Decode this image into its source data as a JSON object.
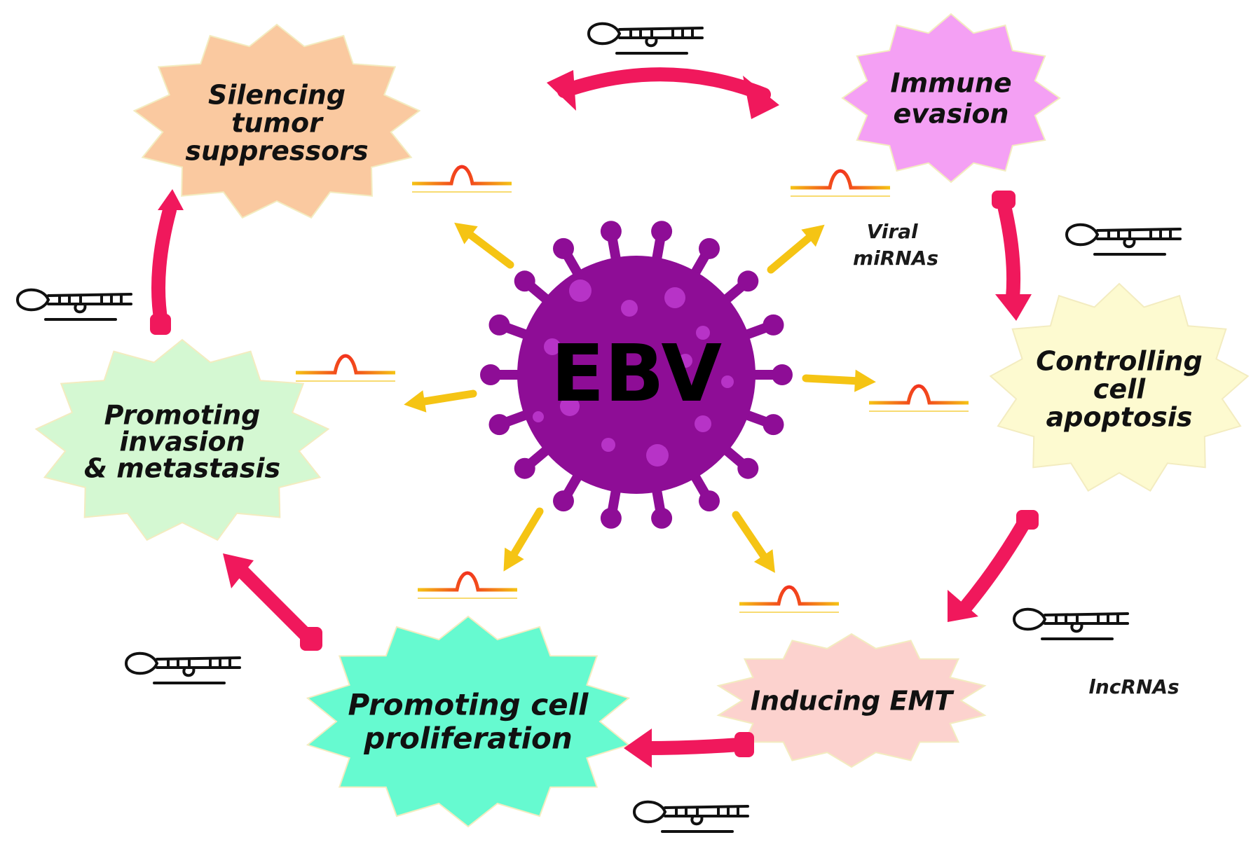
{
  "center_label": "EBV",
  "side_labels": {
    "viral_mirnas": [
      "Viral",
      "miRNAs"
    ],
    "lncrnas": "lncRNAs"
  },
  "processes": [
    {
      "id": "silencing",
      "lines": [
        "Silencing",
        "tumor",
        "suppressors"
      ],
      "color": "#FAC9A0"
    },
    {
      "id": "immune",
      "lines": [
        "Immune",
        "evasion"
      ],
      "color": "#F4A0F4"
    },
    {
      "id": "apoptosis",
      "lines": [
        "Controlling",
        "cell",
        "apoptosis"
      ],
      "color": "#FDFAD0"
    },
    {
      "id": "emt",
      "lines": [
        "Inducing EMT"
      ],
      "color": "#FCD2CE"
    },
    {
      "id": "proliferation",
      "lines": [
        "Promoting cell",
        "proliferation"
      ],
      "color": "#66FAD0"
    },
    {
      "id": "invasion",
      "lines": [
        "Promoting",
        "invasion",
        "& metastasis"
      ],
      "color": "#D4F8D2"
    }
  ],
  "colors": {
    "virus": "#8E0D96",
    "virus_spot": "#B733C7",
    "cycle_arrow": "#F0185C",
    "yellow_arrow": "#F5C414"
  }
}
